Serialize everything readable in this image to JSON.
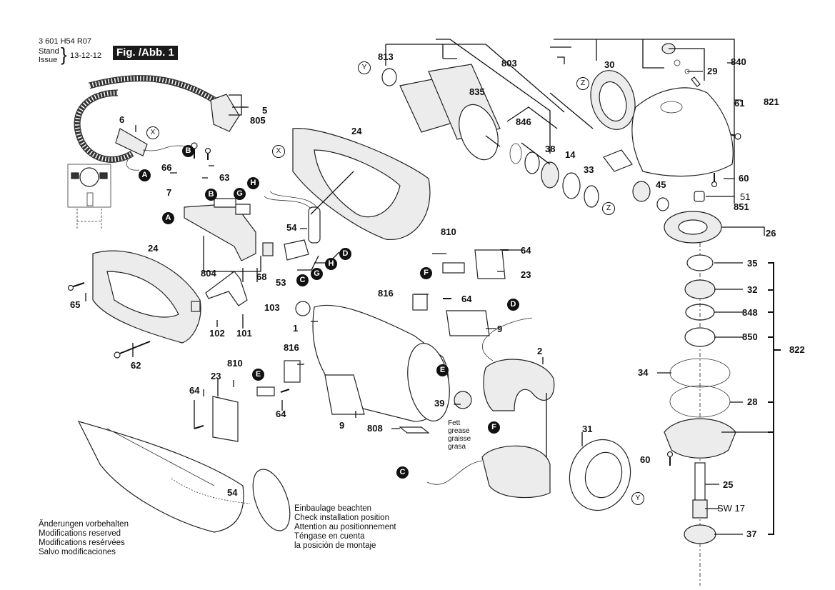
{
  "header": {
    "doc_number": "3 601 H54 R07",
    "stand_label": "Stand",
    "issue_label": "Issue",
    "date": "13-12-12",
    "figure_label": "Fig. /Abb. 1"
  },
  "notes": {
    "modifications": [
      "Änderungen vorbehalten",
      "Modifications reserved",
      "Modifications resérvées",
      "Salvo modificaciones"
    ],
    "installation": [
      "Einbaulage beachten",
      "Check installation position",
      "Attention au positionnement",
      "Téngase en cuenta",
      "la posición de montaje"
    ],
    "grease": [
      "Fett",
      "grease",
      "graisse",
      "grasa"
    ],
    "wrench_size": "SW 17"
  },
  "part_labels": {
    "p813": "813",
    "p803": "803",
    "p835": "835",
    "p846": "846",
    "p38": "38",
    "p14": "14",
    "p33": "33",
    "p30": "30",
    "p840": "840",
    "p29": "29",
    "p821": "821",
    "p61": "61",
    "p60a": "60",
    "p51": "51",
    "p851": "851",
    "p45": "45",
    "p26": "26",
    "p5": "5",
    "p805": "805",
    "p6": "6",
    "p66": "66",
    "p63": "63",
    "p7": "7",
    "p24a": "24",
    "p24b": "24",
    "p54a": "54",
    "p54b": "54",
    "p804": "804",
    "p68": "68",
    "p53": "53",
    "p65": "65",
    "p62": "62",
    "p102": "102",
    "p101": "101",
    "p103": "103",
    "p1": "1",
    "p810a": "810",
    "p810b": "810",
    "p64a": "64",
    "p64b": "64",
    "p64c": "64",
    "p64d": "64",
    "p23a": "23",
    "p23b": "23",
    "p816a": "816",
    "p816b": "816",
    "p9a": "9",
    "p9b": "9",
    "p808": "808",
    "p39": "39",
    "p2": "2",
    "p31": "31",
    "p35": "35",
    "p32": "32",
    "p848": "848",
    "p850": "850",
    "p822": "822",
    "p34": "34",
    "p28": "28",
    "p60b": "60",
    "p25": "25",
    "p37": "37"
  },
  "connectors": {
    "A": "A",
    "B": "B",
    "C": "C",
    "D": "D",
    "E": "E",
    "F": "F",
    "G": "G",
    "H": "H",
    "X": "X",
    "Y": "Y",
    "Z": "Z"
  }
}
